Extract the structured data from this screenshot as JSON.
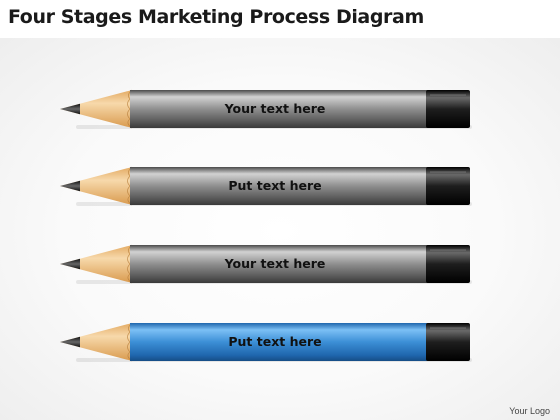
{
  "title": "Four Stages Marketing Process Diagram",
  "stages": [
    {
      "label": "Your text here",
      "body_color": "gray"
    },
    {
      "label": "Put text here",
      "body_color": "gray"
    },
    {
      "label": "Your text here",
      "body_color": "gray"
    },
    {
      "label": "Put text here",
      "body_color": "blue"
    }
  ],
  "logo": "Your Logo",
  "colors": {
    "gray_body": "#8f8f8f",
    "blue_body": "#3c8fd6",
    "wood": "#f2c98f",
    "lead": "#333333",
    "ferrule": "#1e1e1e"
  }
}
